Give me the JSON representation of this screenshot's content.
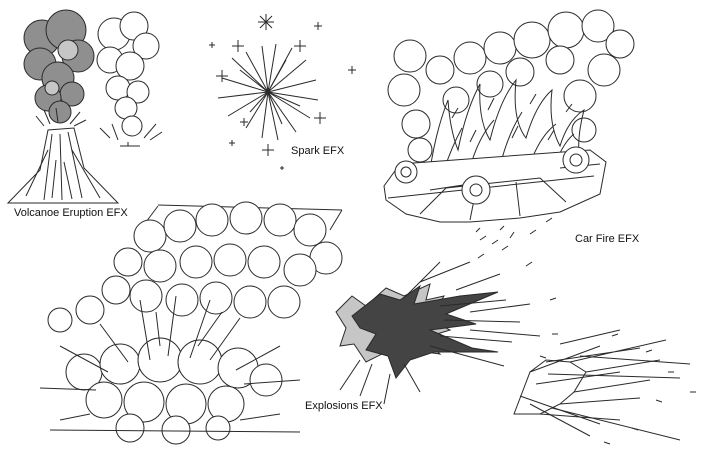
{
  "labels": {
    "volcano": "Volcanoe Eruption EFX",
    "spark": "Spark EFX",
    "car_fire": "Car Fire EFX",
    "explosions": "Explosions EFX"
  },
  "colors": {
    "background": "#ffffff",
    "line": "#2a2a2a",
    "smoke_dark": "#8f8f8f",
    "smoke_light": "#c6c6c6",
    "blast_dark": "#444444"
  }
}
